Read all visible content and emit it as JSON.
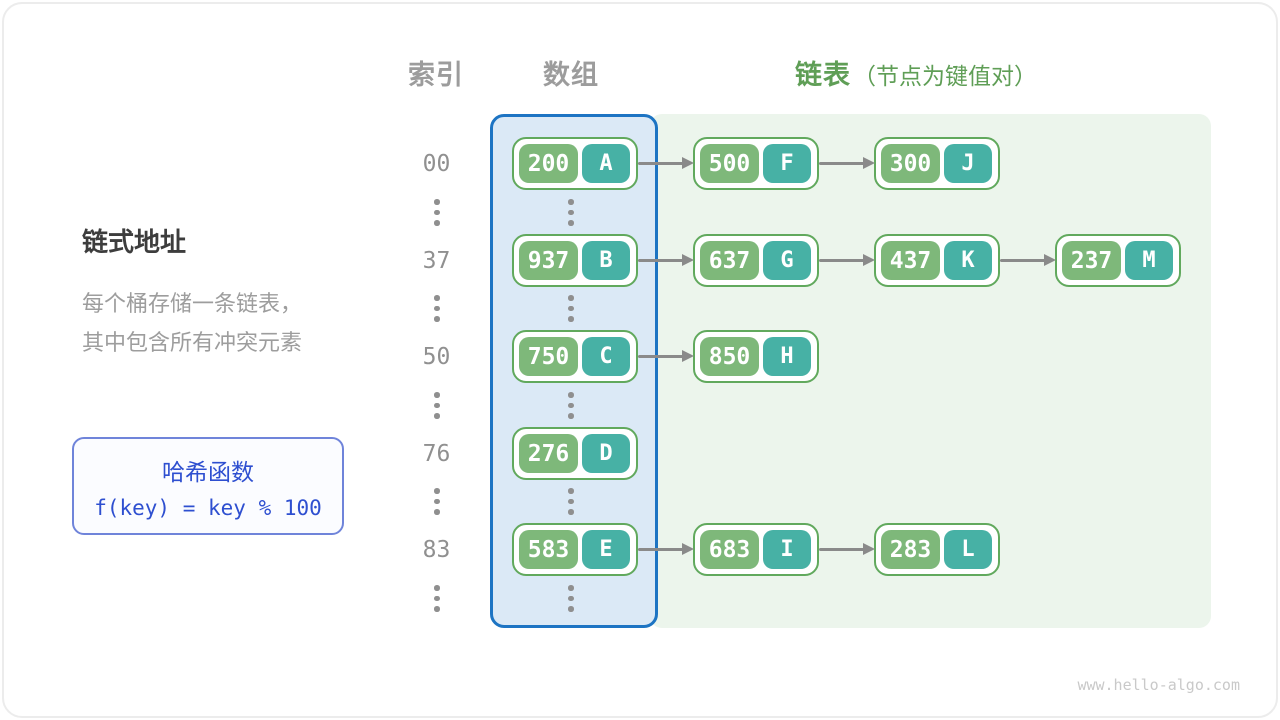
{
  "header": {
    "index_label": "索引",
    "array_label": "数组",
    "list_label": "链表",
    "list_note": "（节点为键值对）"
  },
  "sidebar": {
    "title": "链式地址",
    "description_line1": "每个桶存储一条链表，",
    "description_line2": "其中包含所有冲突元素",
    "hash_box": {
      "title": "哈希函数",
      "formula": "f(key) = key % 100"
    }
  },
  "table": {
    "rows": [
      {
        "index": "00",
        "chain": [
          {
            "key": "200",
            "value": "A"
          },
          {
            "key": "500",
            "value": "F"
          },
          {
            "key": "300",
            "value": "J"
          }
        ]
      },
      {
        "index": "37",
        "chain": [
          {
            "key": "937",
            "value": "B"
          },
          {
            "key": "637",
            "value": "G"
          },
          {
            "key": "437",
            "value": "K"
          },
          {
            "key": "237",
            "value": "M"
          }
        ]
      },
      {
        "index": "50",
        "chain": [
          {
            "key": "750",
            "value": "C"
          },
          {
            "key": "850",
            "value": "H"
          }
        ]
      },
      {
        "index": "76",
        "chain": [
          {
            "key": "276",
            "value": "D"
          }
        ]
      },
      {
        "index": "83",
        "chain": [
          {
            "key": "583",
            "value": "E"
          },
          {
            "key": "683",
            "value": "I"
          },
          {
            "key": "283",
            "value": "L"
          }
        ]
      }
    ]
  },
  "footer": {
    "watermark": "www.hello-algo.com"
  },
  "colors": {
    "array_border": "#1d74c3",
    "array_bg": "#dbe9f6",
    "list_bg": "#ecf5ec",
    "node_border": "#61a95d",
    "key_cell": "#7eb87a",
    "value_cell": "#47b1a5",
    "list_header_green": "#5f9e56",
    "hash_blue": "#2e4fd0",
    "arrow_gray": "#8a8a8a"
  }
}
